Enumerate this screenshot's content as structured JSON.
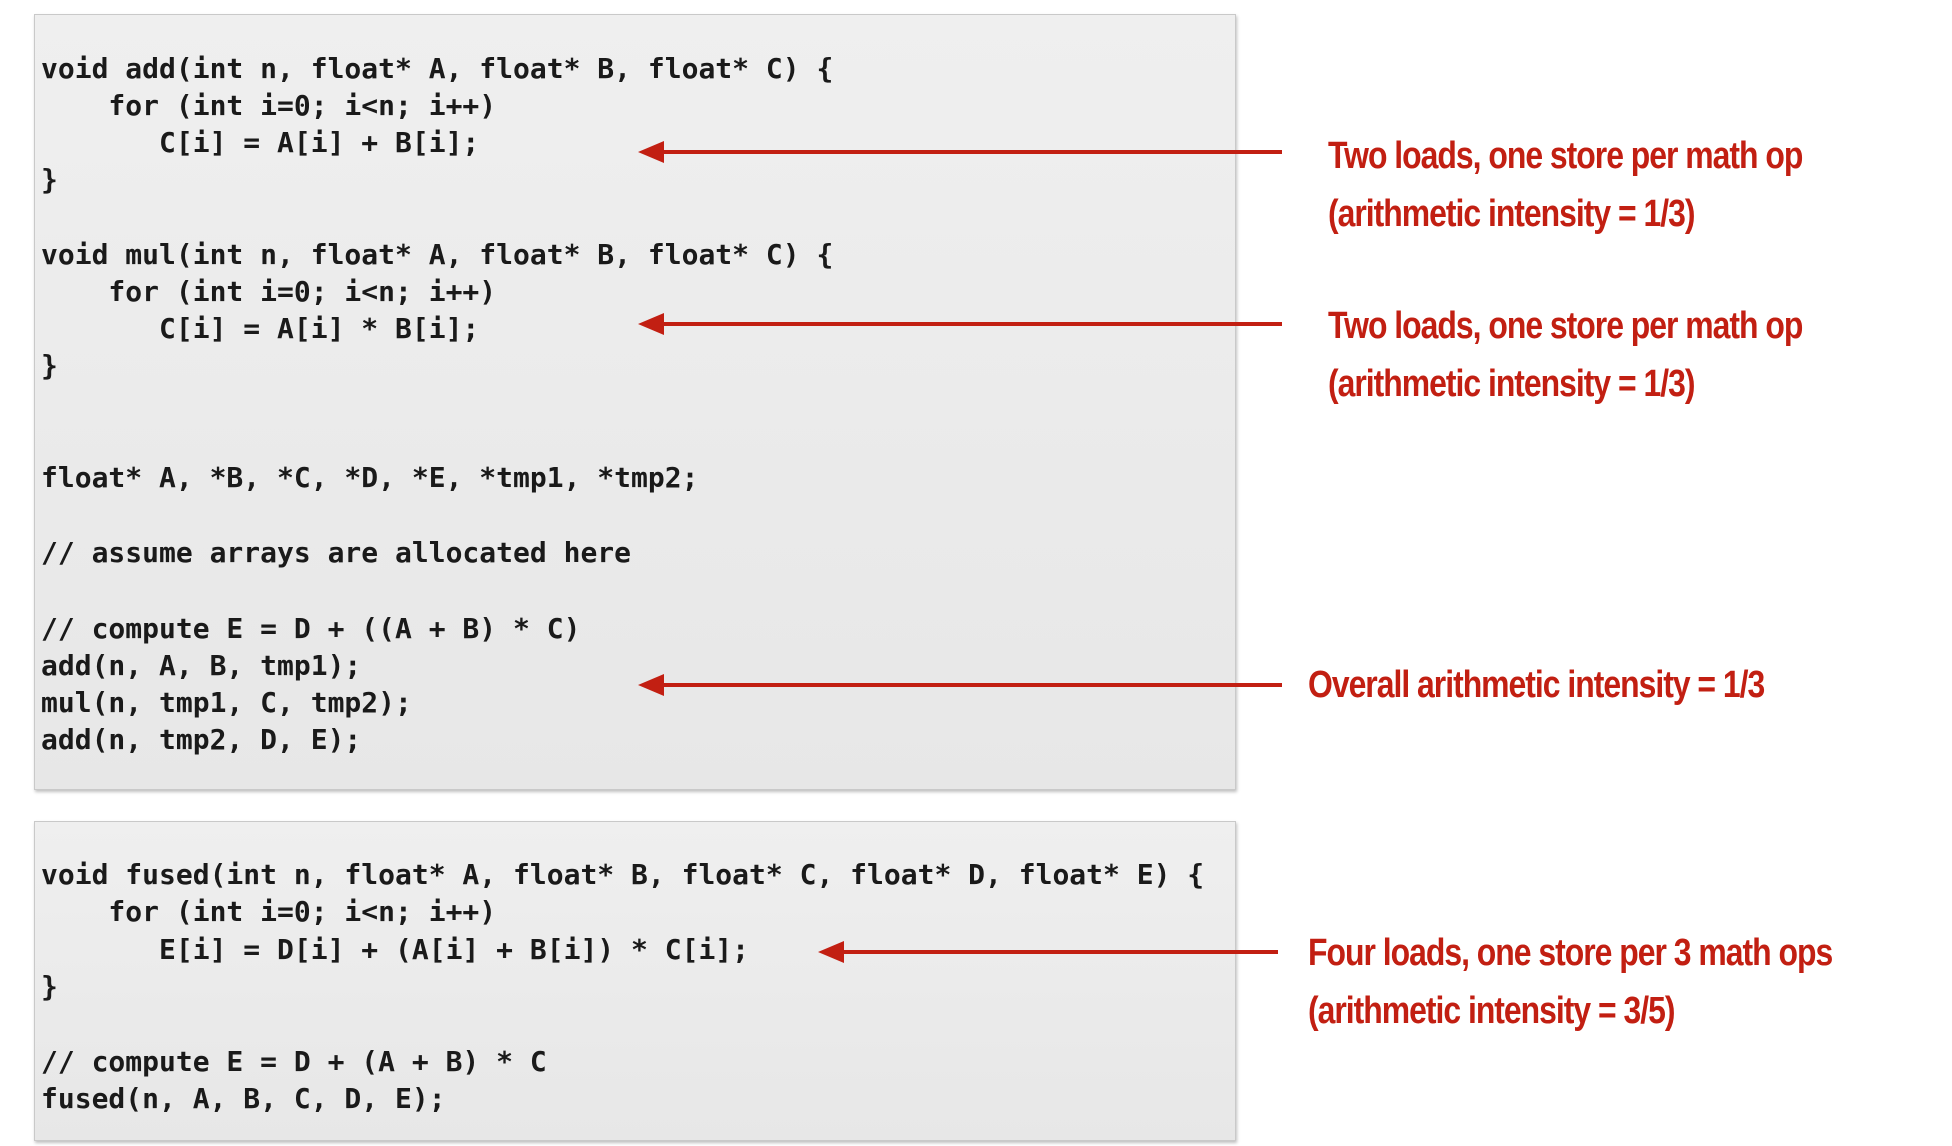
{
  "colors": {
    "annotation": "#c21f12",
    "code_text": "#1a1a1a",
    "code_background": "#ececec"
  },
  "code_block_1": {
    "lines": [
      "void add(int n, float* A, float* B, float* C) {",
      "    for (int i=0; i<n; i++)",
      "       C[i] = A[i] + B[i];",
      "}",
      "void mul(int n, float* A, float* B, float* C) {",
      "    for (int i=0; i<n; i++)",
      "       C[i] = A[i] * B[i];",
      "}",
      "float* A, *B, *C, *D, *E, *tmp1, *tmp2;",
      "// assume arrays are allocated here",
      "// compute E = D + ((A + B) * C)",
      "add(n, A, B, tmp1);",
      "mul(n, tmp1, C, tmp2);",
      "add(n, tmp2, D, E);"
    ]
  },
  "code_block_2": {
    "lines": [
      "void fused(int n, float* A, float* B, float* C, float* D, float* E) {",
      "    for (int i=0; i<n; i++)",
      "       E[i] = D[i] + (A[i] + B[i]) * C[i];",
      "}",
      "// compute E = D + (A + B) * C",
      "fused(n, A, B, C, D, E);"
    ]
  },
  "annotations": {
    "add_note": {
      "line1": "Two loads, one store per math op",
      "line2": "(arithmetic intensity = 1/3)"
    },
    "mul_note": {
      "line1": "Two loads, one store per math op",
      "line2": "(arithmetic intensity = 1/3)"
    },
    "overall_note": {
      "line1": "Overall arithmetic intensity = 1/3"
    },
    "fused_note": {
      "line1": "Four loads, one store per 3 math ops",
      "line2": "(arithmetic intensity = 3/5)"
    }
  }
}
